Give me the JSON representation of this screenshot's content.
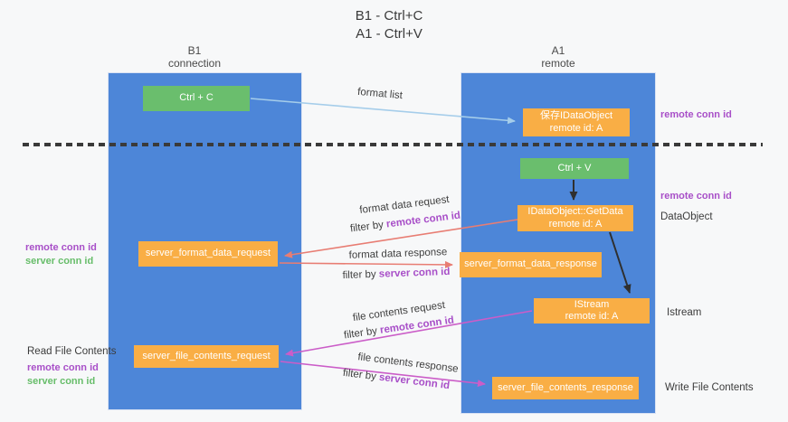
{
  "title": {
    "line1": "B1 - Ctrl+C",
    "line2": "A1 - Ctrl+V"
  },
  "lanes": {
    "left": {
      "name": "B1",
      "role": "connection"
    },
    "right": {
      "name": "A1",
      "role": "remote"
    }
  },
  "nodes": {
    "ctrl_c": {
      "label": "Ctrl + C"
    },
    "ctrl_v": {
      "label": "Ctrl + V"
    },
    "save_dataobject": {
      "line1": "保存IDataObject",
      "line2": "remote id: A"
    },
    "getdata": {
      "line1": "IDataObject::GetData",
      "line2": "remote id: A"
    },
    "istream": {
      "line1": "IStream",
      "line2": "remote id: A"
    },
    "format_request": {
      "label": "server_format_data_request"
    },
    "format_response": {
      "label": "server_format_data_response"
    },
    "file_request": {
      "label": "server_file_contents_request"
    },
    "file_response": {
      "label": "server_file_contents_response"
    }
  },
  "messages": {
    "format_list": "format list",
    "format_data_request": "format data request",
    "format_data_response": "format data response",
    "file_contents_request": "file contents request",
    "file_contents_response": "file contents response",
    "filter_prefix": "filter by ",
    "remote_conn_id": "remote conn id",
    "server_conn_id": "server conn id"
  },
  "side_labels": {
    "remote_conn_id": "remote conn id",
    "server_conn_id": "server conn id",
    "dataobject": "DataObject",
    "istream": "Istream",
    "read_file_contents": "Read File Contents",
    "write_file_contents": "Write File Contents"
  },
  "colors": {
    "lane_blue": "#4d86d8",
    "action_green": "#6abe6d",
    "node_orange": "#f9ae45",
    "arrow_light_blue": "#a5cdea",
    "arrow_salmon": "#e87d73",
    "arrow_magenta": "#cb5dc8",
    "arrow_black": "#2f2f2f",
    "text_purple": "#a84fc8",
    "text_green": "#67bd6a",
    "text_dark": "#3b3b3b",
    "background": "#f7f8f9"
  }
}
